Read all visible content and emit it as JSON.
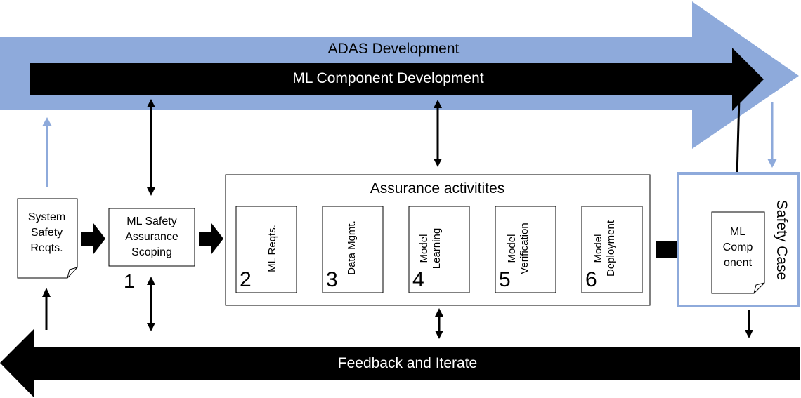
{
  "adas_label": "ADAS Development",
  "ml_component_dev_label": "ML Component Development",
  "feedback_label": "Feedback and Iterate",
  "assurance_title": "Assurance activitites",
  "system_safety_reqts": "System Safety Reqts.",
  "scoping": {
    "label": "ML Safety Assurance Scoping",
    "number": "1"
  },
  "steps": [
    {
      "label": "ML Reqts.",
      "number": "2"
    },
    {
      "label": "Data Mgmt.",
      "number": "3"
    },
    {
      "label": "Model Learning",
      "number": "4"
    },
    {
      "label": "Model Verification",
      "number": "5"
    },
    {
      "label": "Model Deployment",
      "number": "6"
    }
  ],
  "ml_component": "ML Comp onent",
  "safety_case": "Safety Case",
  "colors": {
    "blue": "#8eaadb",
    "black": "#000000",
    "white": "#ffffff",
    "blue_border": "#8eaadb"
  }
}
